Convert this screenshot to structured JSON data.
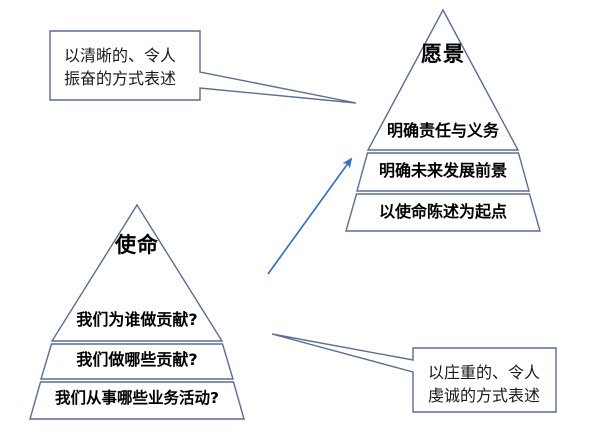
{
  "diagram": {
    "type": "two-pyramid comparison diagram",
    "colors": {
      "shape_stroke": "#5a6d92",
      "arrow": "#3a6fc4",
      "callout_stroke": "#5a6d92",
      "text": "#000000",
      "background": "#ffffff"
    },
    "pyramids": [
      {
        "id": "vision",
        "title": "愿景",
        "position": "right",
        "layers": [
          {
            "label": "明确责任与义务"
          },
          {
            "label": "明确未来发展前景"
          },
          {
            "label": "以使命陈述为起点"
          }
        ]
      },
      {
        "id": "mission",
        "title": "使命",
        "position": "left",
        "layers": [
          {
            "label": "我们为谁做贡献?"
          },
          {
            "label": "我们做哪些贡献?"
          },
          {
            "label": "我们从事哪些业务活动?"
          }
        ]
      }
    ],
    "callouts": [
      {
        "id": "vision-callout",
        "text": "以清晰的、令人\n振奋的方式表述",
        "points_to": "vision"
      },
      {
        "id": "mission-callout",
        "text": "以庄重的、令人\n虔诚的方式表述",
        "points_to": "mission"
      }
    ],
    "connectors": [
      {
        "id": "mission-to-vision-arrow",
        "from": "mission",
        "to": "vision",
        "style": "arrow"
      }
    ]
  }
}
